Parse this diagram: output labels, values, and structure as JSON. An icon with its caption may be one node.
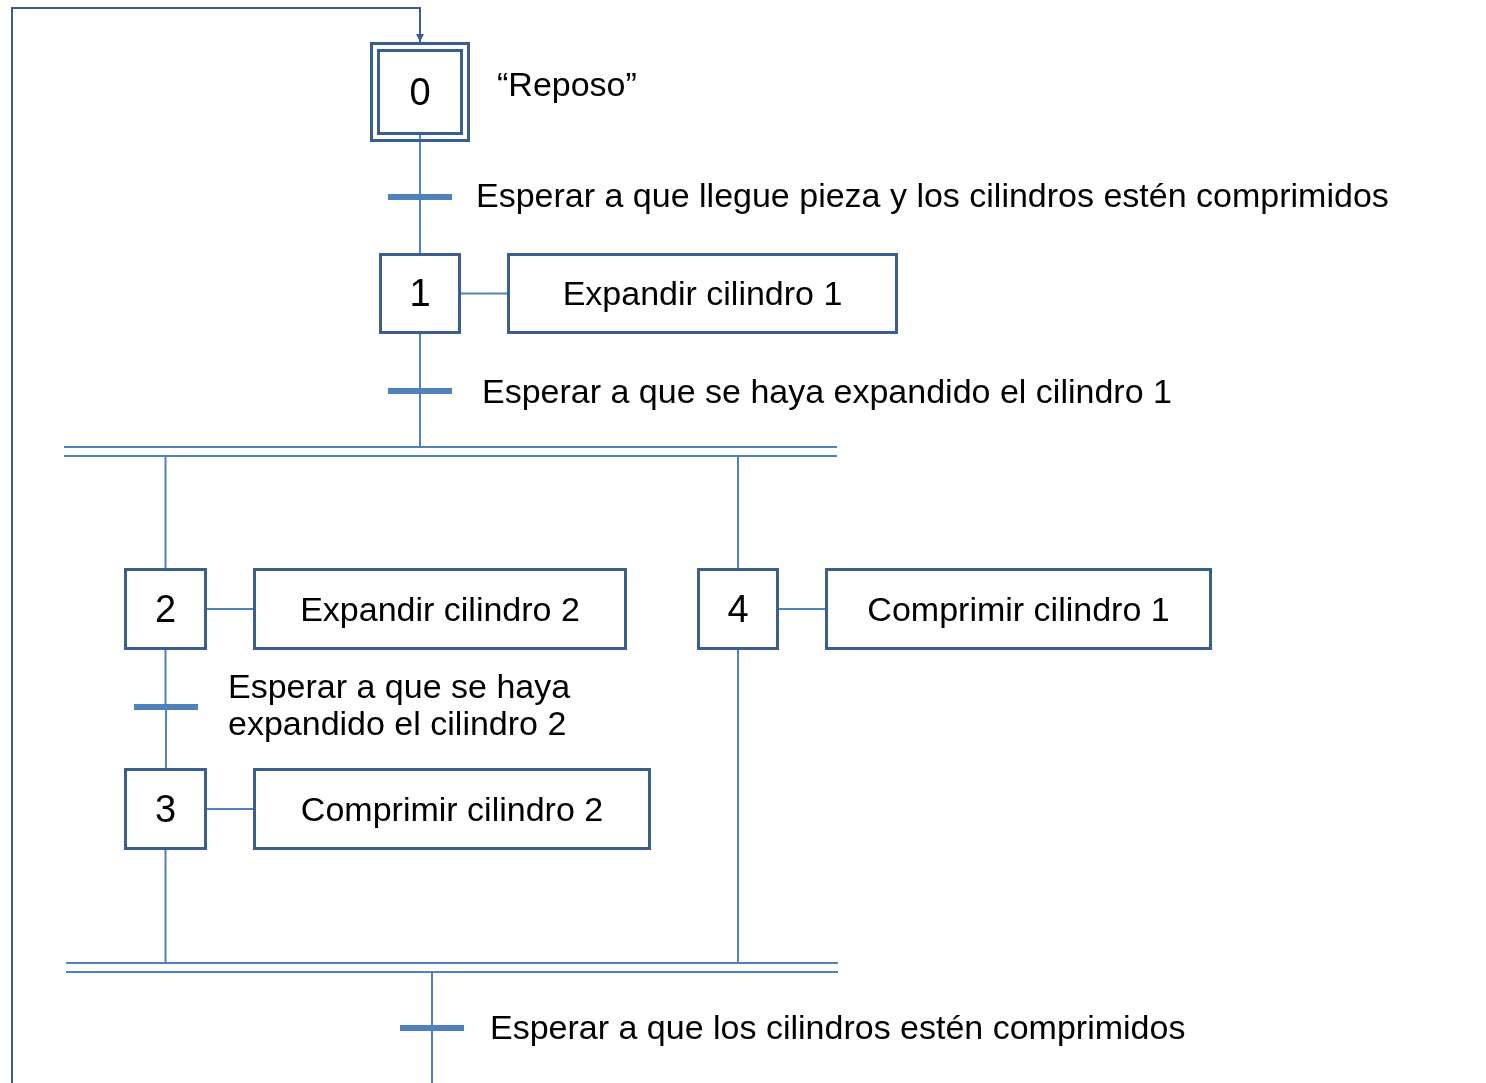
{
  "diagram": {
    "nodes": [
      {
        "text": [
          "0"
        ],
        "beside": [
          "“Reposo”"
        ]
      },
      {
        "text": [],
        "shape": "bar",
        "beside": [
          "Esperar a que llegue pieza y los cilindros estén comprimidos"
        ]
      },
      {
        "text": [
          "1"
        ]
      },
      {
        "text": [
          "Expandir cilindro 1"
        ]
      },
      {
        "text": [],
        "shape": "bar",
        "beside": [
          "Esperar a que se haya expandido el cilindro 1"
        ]
      },
      {
        "text": [],
        "shape": "bar"
      },
      {
        "text": [
          "2"
        ]
      },
      {
        "text": [
          "Expandir cilindro 2"
        ]
      },
      {
        "text": [
          "4"
        ]
      },
      {
        "text": [
          "Comprimir cilindro 1"
        ]
      },
      {
        "text": [],
        "shape": "bar",
        "beside": [
          "Esperar a que se haya expandido el cilindro 2"
        ]
      },
      {
        "text": [
          "3"
        ]
      },
      {
        "text": [
          "Comprimir cilindro 2"
        ]
      },
      {
        "text": [],
        "shape": "bar"
      },
      {
        "text": [],
        "shape": "bar",
        "beside": [
          "Esperar a que los cilindros estén comprimidos"
        ]
      }
    ],
    "edges": [
      {
        "from": 0,
        "to": 1,
        "arrow": "none"
      },
      {
        "from": 1,
        "to": 2,
        "arrow": "none"
      },
      {
        "from": 2,
        "to": 3,
        "arrow": "none"
      },
      {
        "from": 2,
        "to": 4,
        "arrow": "none"
      },
      {
        "from": 4,
        "to": 5,
        "arrow": "none"
      },
      {
        "from": 5,
        "to": 6,
        "arrow": "none"
      },
      {
        "from": 5,
        "to": 8,
        "arrow": "none"
      },
      {
        "from": 6,
        "to": 7,
        "arrow": "none"
      },
      {
        "from": 8,
        "to": 9,
        "arrow": "none"
      },
      {
        "from": 6,
        "to": 10,
        "arrow": "none"
      },
      {
        "from": 10,
        "to": 11,
        "arrow": "none"
      },
      {
        "from": 11,
        "to": 12,
        "arrow": "none"
      },
      {
        "from": 11,
        "to": 13,
        "arrow": "none"
      },
      {
        "from": 8,
        "to": 13,
        "arrow": "none"
      },
      {
        "from": 13,
        "to": 14,
        "arrow": "none"
      },
      {
        "from": 14,
        "to": null,
        "arrow": "none"
      },
      {
        "from": null,
        "to": 0,
        "arrow": "to"
      }
    ]
  }
}
